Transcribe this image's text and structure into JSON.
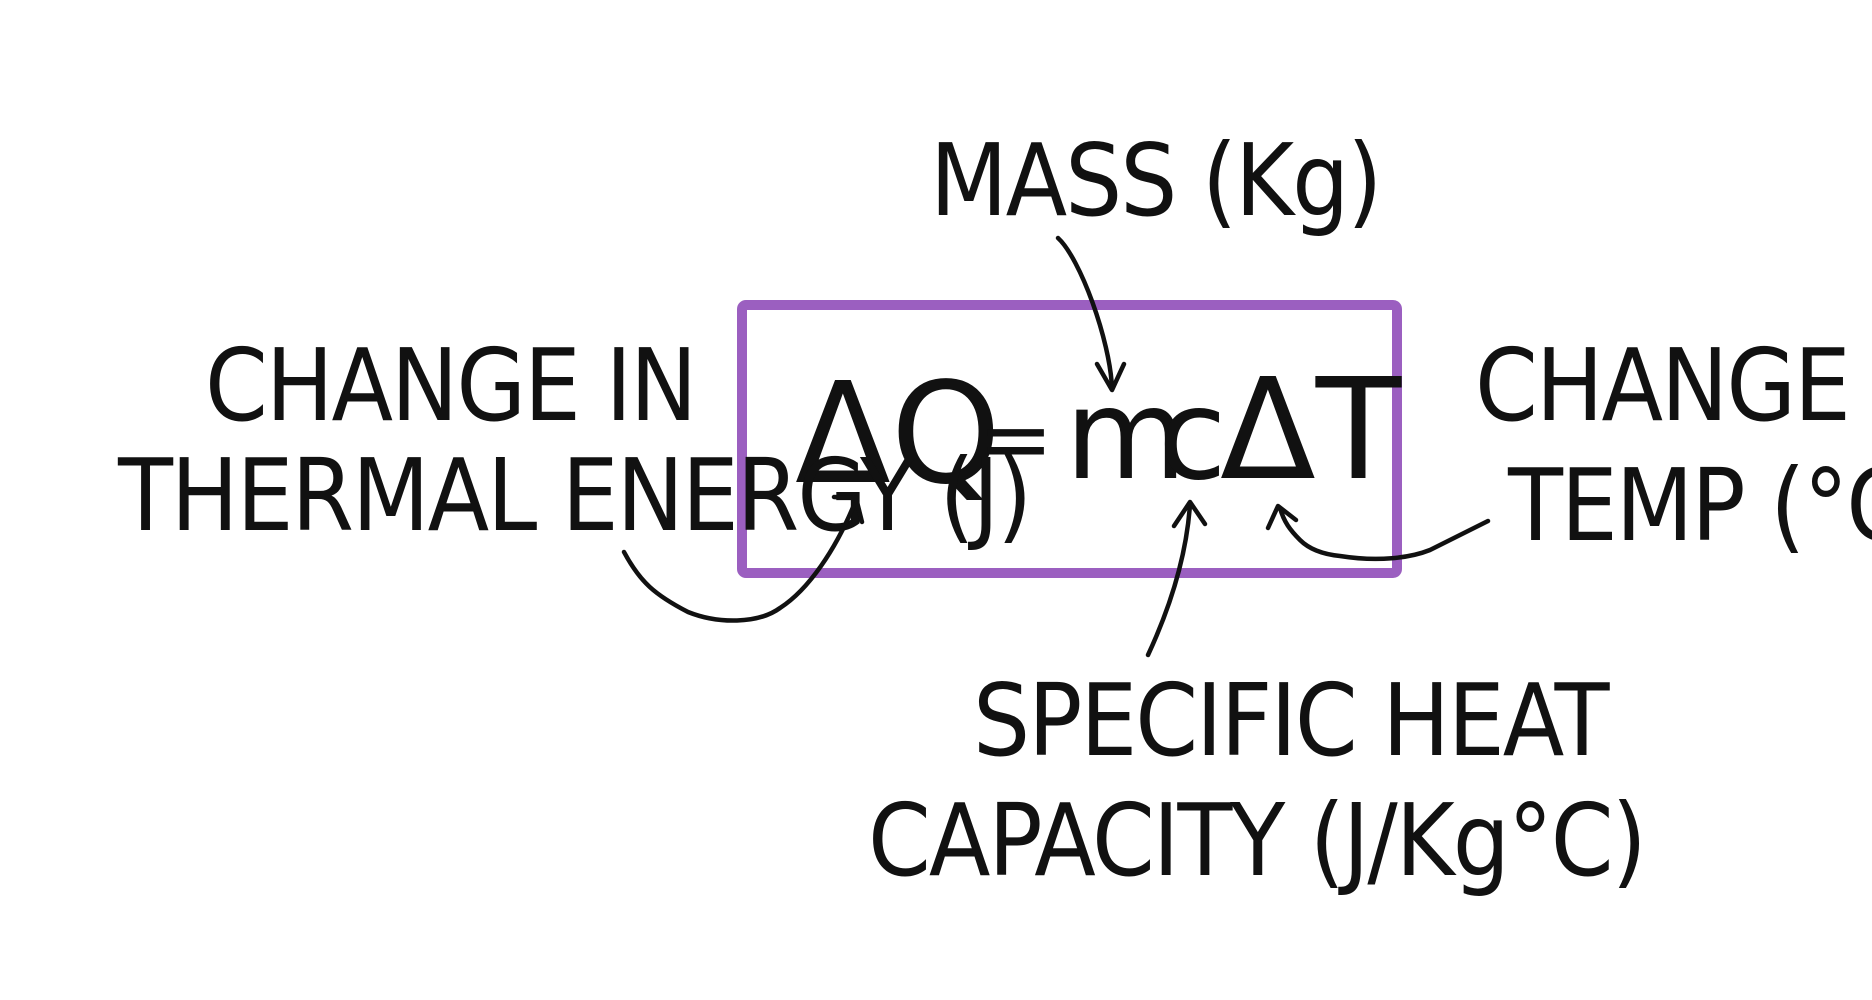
{
  "equation": {
    "delta_q": "ΔQ",
    "equals": "=",
    "m": "m",
    "c": "c",
    "delta_t": "ΔT",
    "box_color": "#9b5fc0"
  },
  "labels": {
    "mass": "MASS (Kg)",
    "thermal_energy_line1": "CHANGE IN",
    "thermal_energy_line2": "THERMAL ENERGY (J)",
    "temp_line1": "CHANGE IN",
    "temp_line2": "TEMP (°C)",
    "shc_line1": "SPECIFIC HEAT",
    "shc_line2": "CAPACITY (J/Kg°C)"
  },
  "colors": {
    "ink": "#111111",
    "background": "#ffffff"
  }
}
